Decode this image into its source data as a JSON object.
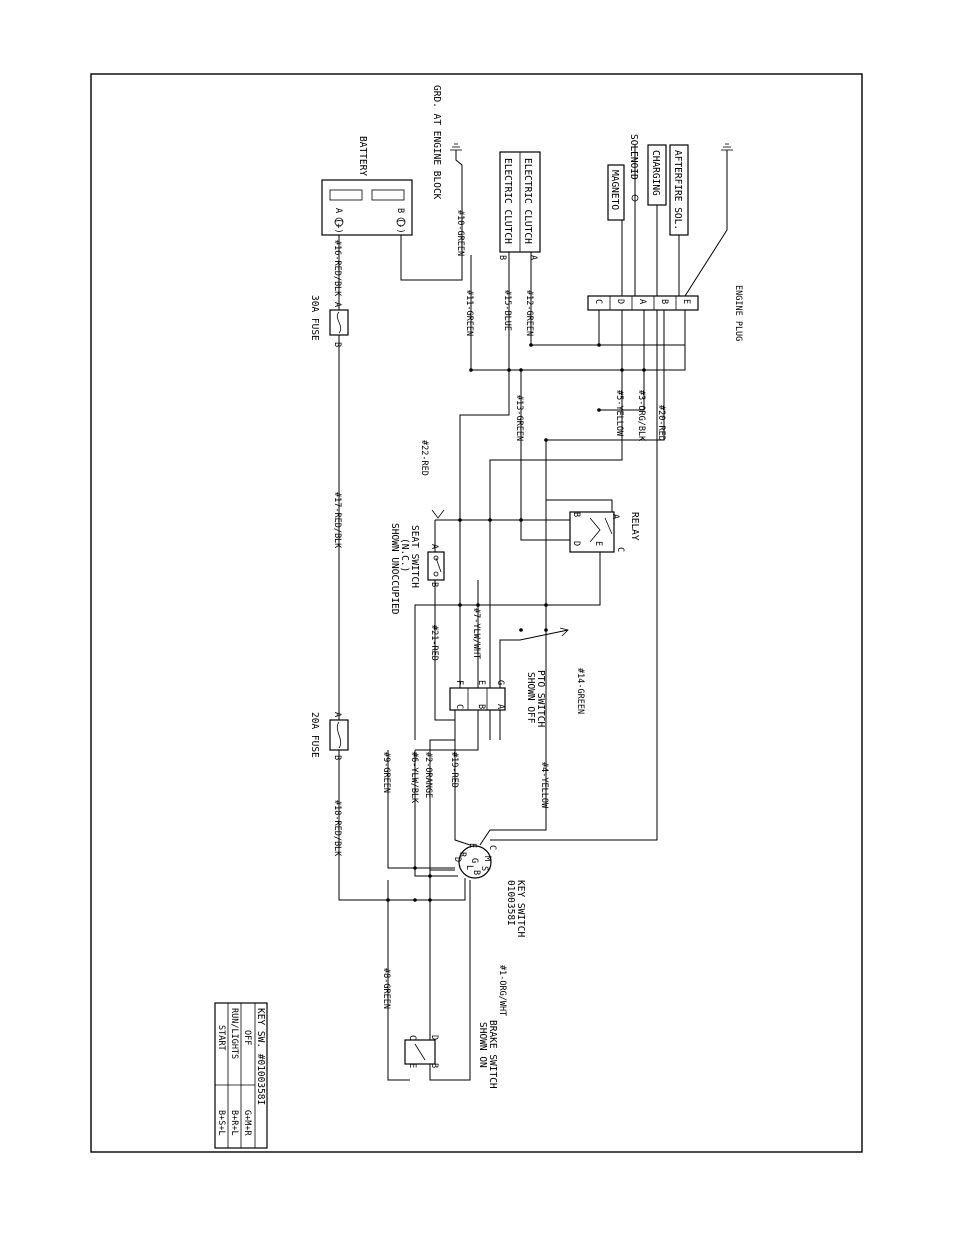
{
  "components": {
    "gnd_engine": "GRD. AT ENGINE BLOCK",
    "battery": "BATTERY",
    "electric_clutch_1": "ELECTRIC CLUTCH",
    "electric_clutch_2": "ELECTRIC CLUTCH",
    "solenoid": "SOLENOID",
    "magneto": "MAGNETO",
    "charging": "CHARGING",
    "afterfire": "AFTERFIRE SOL.",
    "engine_plug": "ENGINE PLUG",
    "fuse_30a": "30A FUSE",
    "fuse_20a": "20A FUSE",
    "relay": "RELAY",
    "seat_switch_l1": "SEAT SWITCH",
    "seat_switch_l2": "(N.C.)",
    "seat_switch_l3": "SHOWN UNOCCUPIED",
    "pto_switch_l1": "PTO SWITCH",
    "pto_switch_l2": "SHOWN OFF",
    "key_switch_l1": "KEY SWITCH",
    "key_switch_l2": "0100358I",
    "brake_switch_l1": "BRAKE SWITCH",
    "brake_switch_l2": "SHOWN ON"
  },
  "wires": {
    "w10": "#10-GREEN",
    "w16": "#16-RED/BLK",
    "w11": "#11-GREEN",
    "w15": "#15-BLUE",
    "w12": "#12-GREEN",
    "w13": "#13-GREEN",
    "w5": "#5-YELLOW",
    "w3": "#3-ORG/BLK",
    "w20": "#20-RED",
    "w22": "#22-RED",
    "w17": "#17-RED/BLK",
    "w7": "#7-YLW/WHT",
    "w21": "#21-RED",
    "w14": "#14-GREEN",
    "w9": "#9-GREEN",
    "w6": "#6-YLW/BLK",
    "w2": "#2-ORANGE",
    "w19": "#19-RED",
    "w4": "#4-YELLOW",
    "w18": "#18-RED/BLK",
    "w8": "#8-GREEN",
    "w1": "#1-ORG/WHT"
  },
  "pins": {
    "a": "A",
    "b": "B",
    "c": "C",
    "d": "D",
    "e": "E",
    "f": "F",
    "g": "G",
    "batt_a": "A (+)",
    "batt_b": "B (-)",
    "key_m": "M",
    "key_s": "S",
    "key_g": "G",
    "key_l": "L",
    "key_r": "R"
  },
  "key_table": {
    "title": "KEY SW. #0100358I",
    "rows": [
      {
        "pos": "OFF",
        "conn": "G+M+R"
      },
      {
        "pos": "RUN/LIGHTS",
        "conn": "B+R+L"
      },
      {
        "pos": "START",
        "conn": "B+S+L"
      }
    ]
  }
}
